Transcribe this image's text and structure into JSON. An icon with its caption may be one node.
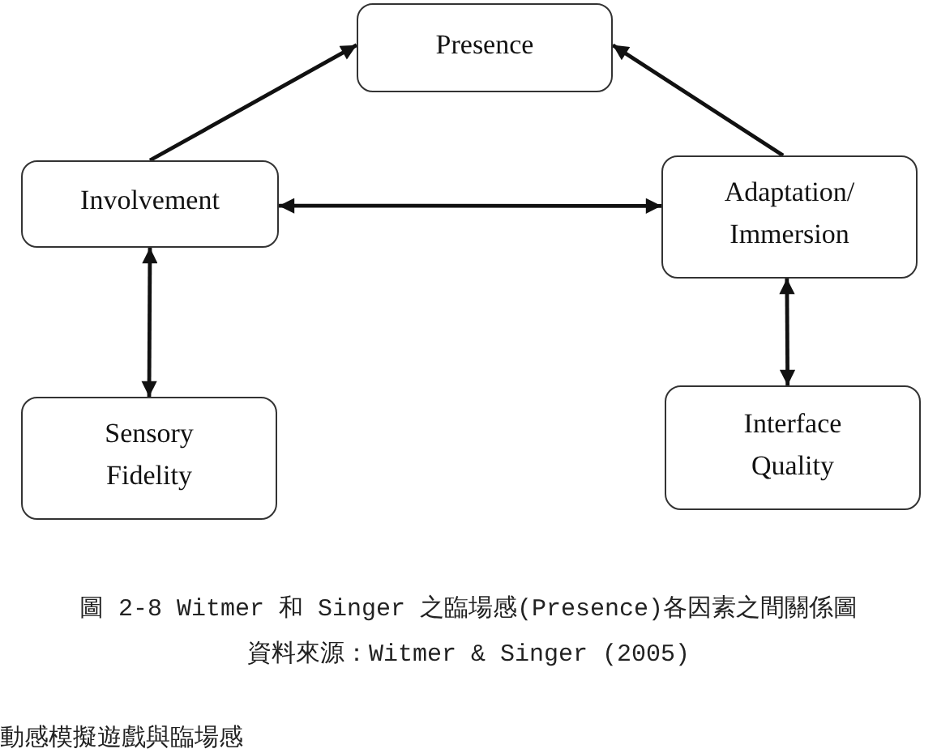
{
  "diagram": {
    "caption": "圖 2-8 Witmer 和 Singer 之臨場感(Presence)各因素之間關係圖",
    "nodes": [
      {
        "text": [
          "Presence"
        ]
      },
      {
        "text": [
          "Involvement"
        ]
      },
      {
        "text": [
          "Adaptation/ Immersion"
        ]
      },
      {
        "text": [
          "Sensory Fidelity"
        ]
      },
      {
        "text": [
          "Interface Quality"
        ]
      }
    ],
    "edges": [
      {
        "from": 1,
        "to": 0,
        "arrow": "to"
      },
      {
        "from": 2,
        "to": 0,
        "arrow": "to"
      },
      {
        "from": 1,
        "to": 2,
        "arrow": "both"
      },
      {
        "from": 1,
        "to": 3,
        "arrow": "both"
      },
      {
        "from": 2,
        "to": 4,
        "arrow": "both"
      }
    ],
    "labels": [
      "資料來源：Witmer & Singer (2005)",
      "動感模擬遊戲與臨場感"
    ]
  }
}
